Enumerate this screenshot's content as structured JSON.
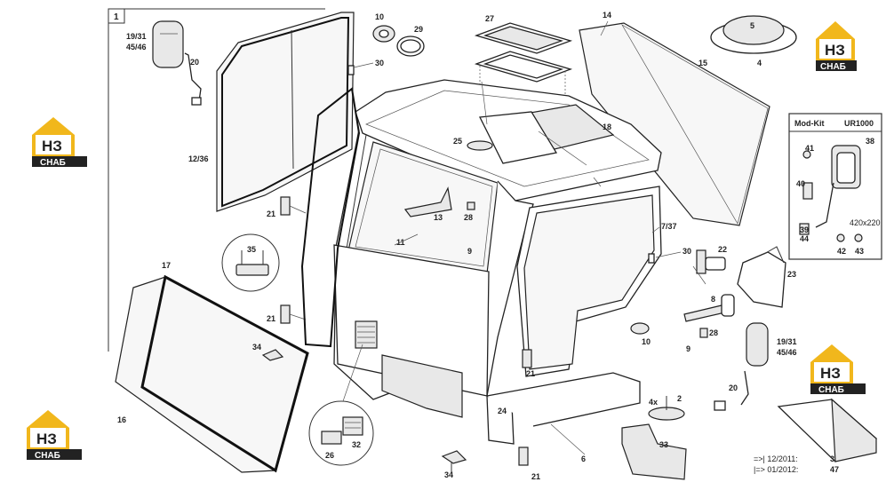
{
  "frame_number": "1",
  "brand": {
    "logo_letters": "НЗ",
    "logo_word": "СНАБ",
    "color_gold": "#f1b71c",
    "color_dark": "#222222"
  },
  "modkit": {
    "title": "Mod-Kit",
    "model": "UR1000",
    "size_label": "420x220",
    "labels": [
      "41",
      "38",
      "40",
      "39",
      "44",
      "42",
      "43"
    ]
  },
  "callouts": {
    "c19_31_45_46_a": "19/31",
    "c19_31_45_46_b": "45/46",
    "c20_a": "20",
    "c10_a": "10",
    "c29": "29",
    "c30_a": "30",
    "c27": "27",
    "c14": "14",
    "c5": "5",
    "c4": "4",
    "c15": "15",
    "c12_36": "12/36",
    "c25": "25",
    "c18": "18",
    "c21_a": "21",
    "c13": "13",
    "c28_a": "28",
    "c11": "11",
    "c9_a": "9",
    "c7_37": "7/37",
    "c30_b": "30",
    "c22": "22",
    "c23": "23",
    "c35": "35",
    "c17": "17",
    "c21_b": "21",
    "c8": "8",
    "c34_a": "34",
    "c10_b": "10",
    "c28_b": "28",
    "c9_b": "9",
    "c19_31_b": "19/31",
    "c45_46_b": "45/46",
    "c21_c": "21",
    "c16": "16",
    "c4x": "4x",
    "c2": "2",
    "c20_b": "20",
    "c24": "24",
    "c33": "33",
    "c26": "26",
    "c32": "32",
    "c6": "6",
    "c34_b": "34",
    "c21_d": "21"
  },
  "footnote": {
    "line1_prefix": "=>| 12/2011:",
    "line1_value": "3",
    "line2_prefix": "|=> 01/2012:",
    "line2_value": "47"
  }
}
